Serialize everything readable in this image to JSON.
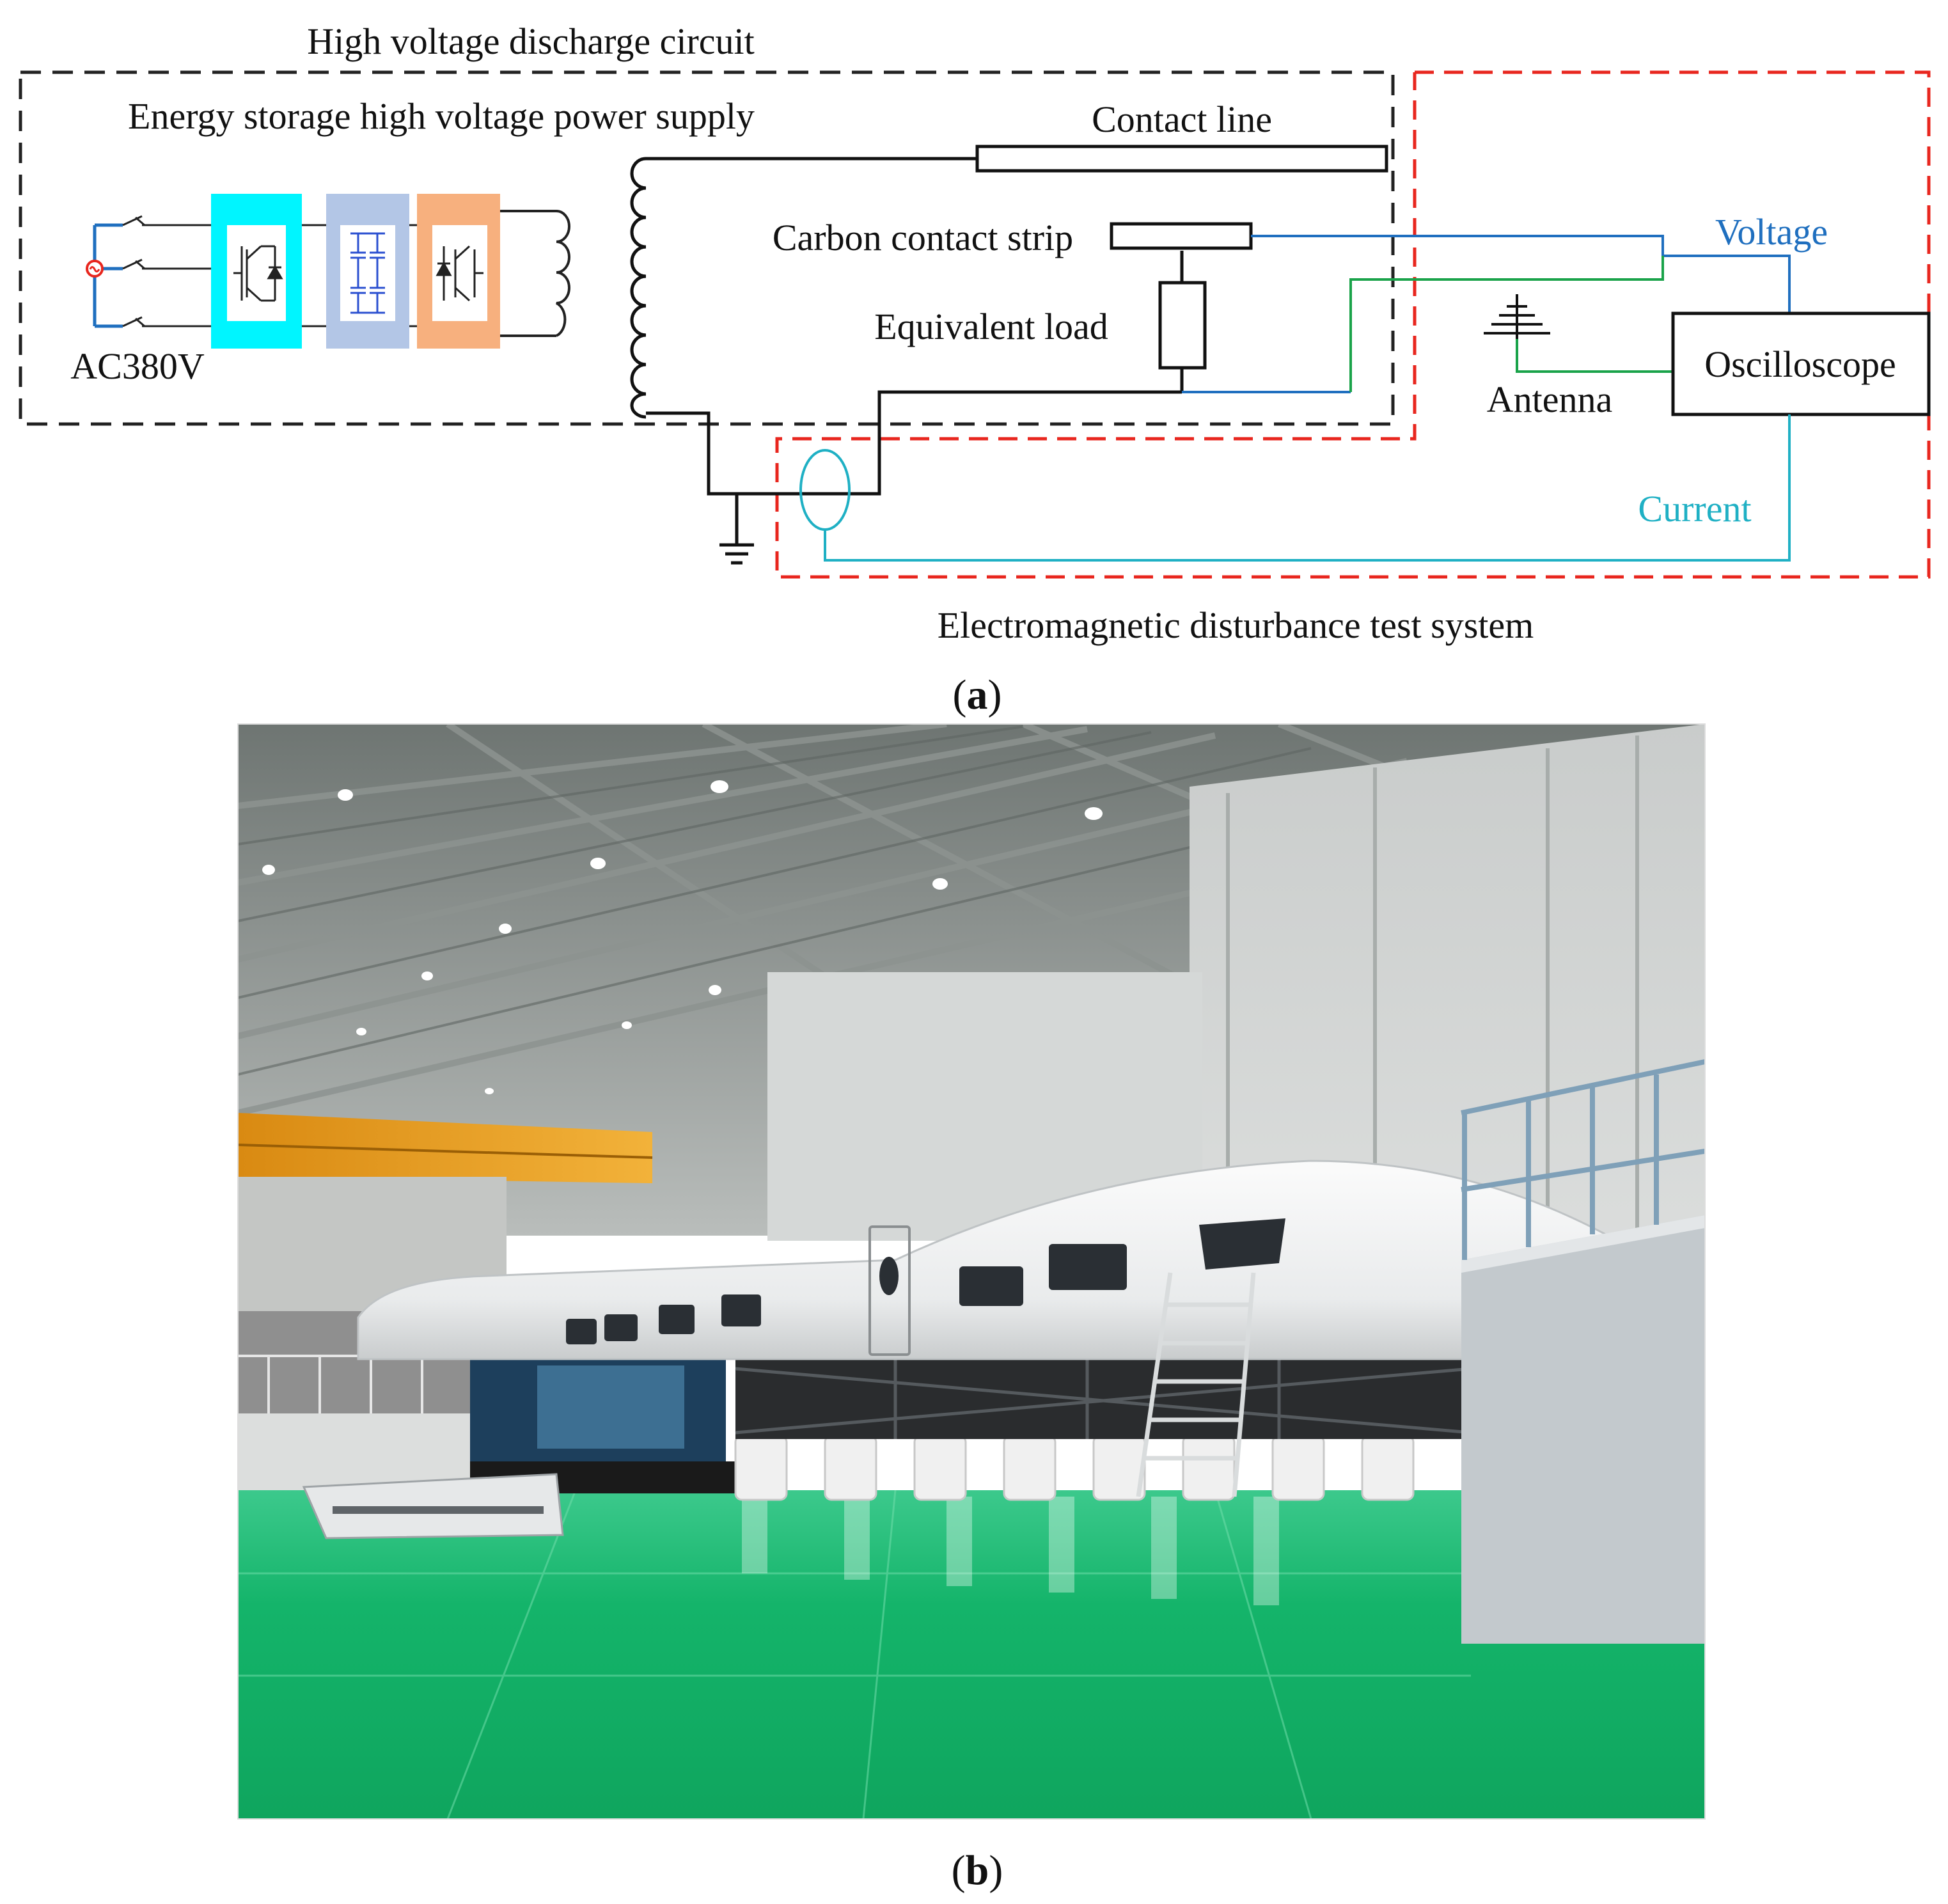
{
  "labels": {
    "hv_circuit": "High voltage discharge circuit",
    "power_supply": "Energy storage high voltage power supply",
    "ac_source": "AC380V",
    "contact_line": "Contact line",
    "carbon_strip": "Carbon contact strip",
    "equivalent_load": "Equivalent load",
    "voltage": "Voltage",
    "current": "Current",
    "antenna": "Antenna",
    "oscilloscope": "Oscilloscope",
    "em_test_system": "Electromagnetic disturbance test system"
  },
  "captions": {
    "a": "a",
    "b": "b"
  },
  "colors": {
    "hv_box": "#222222",
    "test_box": "#e8261e",
    "voltage_line": "#1f6fbf",
    "antenna_line": "#1aa34a",
    "current_line": "#1fb0c4",
    "rectifier_block": "#00f5ff",
    "capacitor_block": "#b3c6e6",
    "inverter_block": "#f7b07e",
    "floor": "#17b86e"
  },
  "photo": {
    "icons": [
      "train-icon",
      "ladder-icon",
      "crane-icon",
      "railing-icon"
    ]
  }
}
